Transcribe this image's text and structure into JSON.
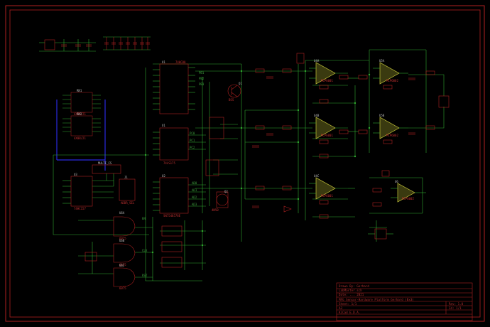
{
  "title_block": {
    "drawn_by": "Drawn By: Gerhard",
    "file": "LabMaster.sch",
    "date_line": "Date: ... 2021",
    "title": "MFG Sensor-Hardware Platform Gerhard (Bx3)",
    "sheet": "Sheet: 1/1",
    "rev": "Rev: 1.0",
    "size": "A3",
    "id": "Id: 1/1",
    "company": "KiCad E.D.A."
  },
  "components": {
    "u1_top": {
      "ref": "U1",
      "value": "74HC00"
    },
    "u1_mid": {
      "ref": "U1",
      "value": "74LS175"
    },
    "u2": {
      "ref": "U2",
      "value": "SN7548578E"
    },
    "u3": {
      "ref": "U3",
      "value": "74HC157"
    },
    "rn1": {
      "ref": "RN1",
      "value": "4X08/21"
    },
    "rn2": {
      "ref": "RN2",
      "value": "4X08/21"
    },
    "j1": {
      "ref": "J1",
      "value": "ADDR_SEL"
    },
    "multi": {
      "ref": "MULTI_CS",
      "value": ""
    },
    "q1": {
      "ref": "Q1",
      "value": "BSS"
    },
    "q2": {
      "ref": "Q2",
      "value": "4N50"
    },
    "u4a": {
      "ref": "U4A",
      "value": "MCP6001"
    },
    "u4b": {
      "ref": "U4B",
      "value": "MCP6001"
    },
    "u4c": {
      "ref": "U4C",
      "value": "MCP6001"
    },
    "u5a": {
      "ref": "U5A",
      "value": "MCP6002"
    },
    "u5b": {
      "ref": "U5B",
      "value": "MCP6002"
    },
    "u6": {
      "ref": "U6",
      "value": "MCP6002"
    },
    "g1": {
      "ref": "U6A",
      "value": "6075"
    },
    "g2": {
      "ref": "U6B",
      "value": "6075"
    },
    "g3": {
      "ref": "U6C",
      "value": "6075"
    }
  },
  "nets": [
    "PB1",
    "PB2",
    "PB3",
    "PC0",
    "PC1",
    "PC2",
    "EN",
    "CLK",
    "RST",
    "AD0",
    "AD1",
    "AD2",
    "AD3"
  ],
  "colors": {
    "background": "#000000",
    "border": "#b02020",
    "wire": "#2fa82f",
    "bus": "#2a2ae0",
    "component": "#b02020",
    "opamp": "#d8d860"
  }
}
